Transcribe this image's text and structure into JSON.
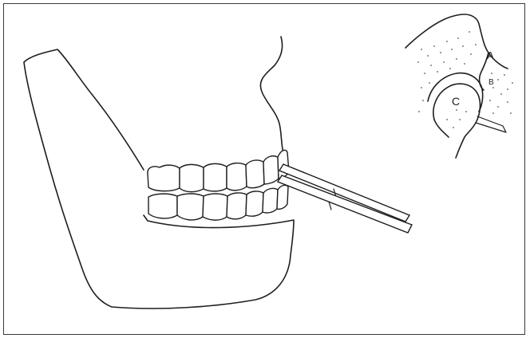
{
  "figure": {
    "inset_labels": {
      "a": "A",
      "b": "B",
      "c": "C"
    }
  },
  "colors": {
    "ink": "#1e1e1e",
    "paper": "#ffffff",
    "frame": "#3a3a3a"
  }
}
